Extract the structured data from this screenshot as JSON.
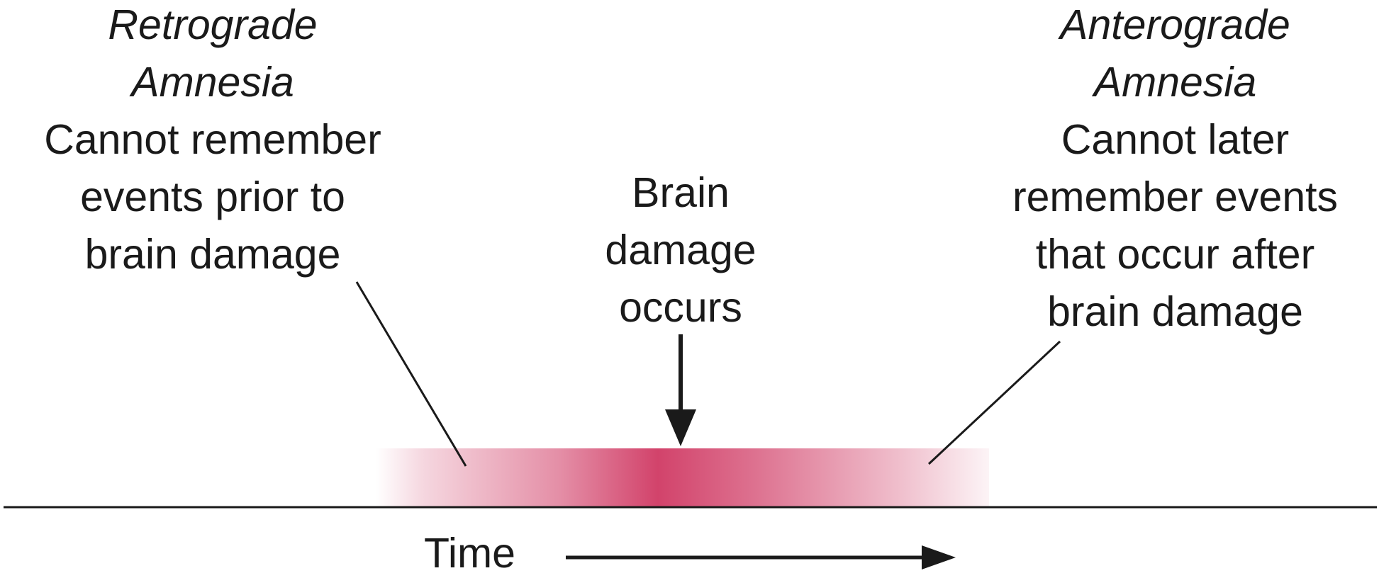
{
  "retrograde": {
    "title_lines": [
      "Retrograde",
      "Amnesia"
    ],
    "desc_lines": [
      "Cannot remember",
      "events prior to",
      "brain damage"
    ]
  },
  "anterograde": {
    "title_lines": [
      "Anterograde",
      "Amnesia"
    ],
    "desc_lines": [
      "Cannot later",
      "remember events",
      "that occur after",
      "brain damage"
    ]
  },
  "event": {
    "lines": [
      "Brain",
      "damage",
      "occurs"
    ]
  },
  "axis": {
    "label": "Time"
  },
  "colors": {
    "peak": "#d2436b",
    "ink": "#1a1a1a",
    "background": "#ffffff"
  }
}
